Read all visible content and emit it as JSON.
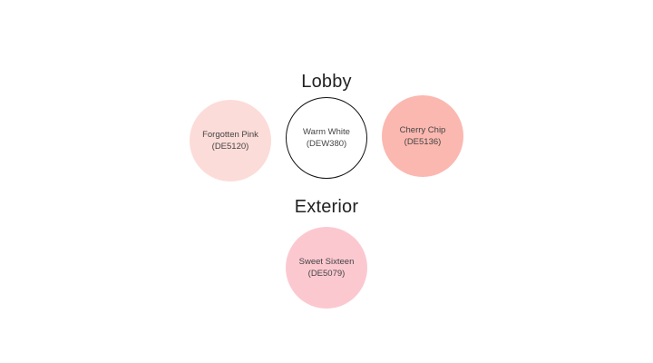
{
  "sections": [
    {
      "title": "Lobby",
      "swatches": [
        {
          "name": "Forgotten Pink",
          "code": "(DE5120)",
          "color": "#fcdcd8"
        },
        {
          "name": "Warm White",
          "code": "(DEW380)",
          "color": "#ffffff",
          "border": "#111111"
        },
        {
          "name": "Cherry Chip",
          "code": "(DE5136)",
          "color": "#fbb8b0"
        }
      ]
    },
    {
      "title": "Exterior",
      "swatches": [
        {
          "name": "Sweet Sixteen",
          "code": "(DE5079)",
          "color": "#fcc8d0"
        }
      ]
    }
  ]
}
